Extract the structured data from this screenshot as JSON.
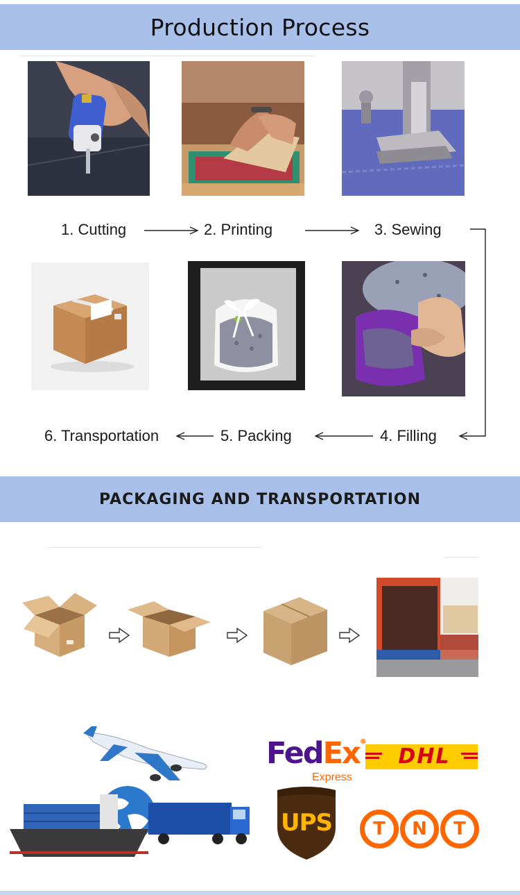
{
  "section1": {
    "title": "Production Process",
    "steps": [
      {
        "label": "1. Cutting"
      },
      {
        "label": "2. Printing"
      },
      {
        "label": "3. Sewing"
      },
      {
        "label": "4. Filling"
      },
      {
        "label": "5. Packing"
      },
      {
        "label": "6. Transportation"
      }
    ]
  },
  "section2": {
    "title": "PACKAGING AND TRANSPORTATION"
  },
  "carriers": {
    "fedex_fed": "Fed",
    "fedex_ex": "Ex",
    "fedex_express": "Express",
    "dhl": "DHL",
    "ups": "UPS",
    "tnt": [
      "T",
      "N",
      "T"
    ]
  },
  "colors": {
    "banner": "#a9c1ea",
    "fedex_purple": "#4d148c",
    "fedex_orange": "#ff6600",
    "dhl_yellow": "#ffcc00",
    "dhl_red": "#d40511",
    "ups_brown": "#4b2c10",
    "ups_gold": "#ffb500",
    "tnt_orange": "#ff6600"
  }
}
